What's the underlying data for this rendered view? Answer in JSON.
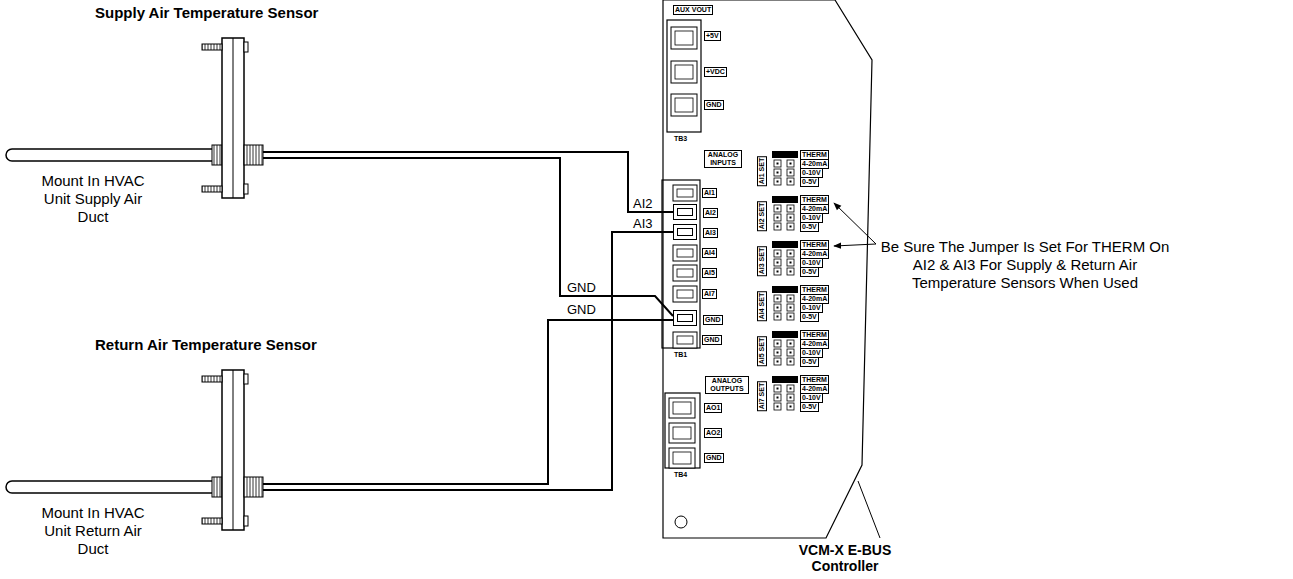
{
  "diagram": {
    "nodes": [
      {
        "text": [
          "Supply Air Temperature Sensor",
          "Mount In HVAC Unit Supply Air Duct"
        ]
      },
      {
        "text": [
          "Return Air Temperature Sensor",
          "Mount In HVAC Unit Return Air Duct"
        ]
      },
      {
        "text": [
          "VCM-X E-BUS Controller"
        ]
      },
      {
        "text": [
          "AI2"
        ],
        "in": 2
      },
      {
        "text": [
          "AI3"
        ],
        "in": 2
      },
      {
        "text": [
          "GND"
        ],
        "in": 2
      }
    ],
    "edges": [
      {
        "from": 0,
        "to": 3,
        "arrow": "none",
        "label": "AI2"
      },
      {
        "from": 1,
        "to": 4,
        "arrow": "none",
        "label": "AI3"
      },
      {
        "from": 0,
        "to": 5,
        "arrow": "none",
        "label": "GND"
      },
      {
        "from": 1,
        "to": 5,
        "arrow": "none",
        "label": "GND"
      }
    ],
    "labels": [
      "AUX VOUT",
      "+5V",
      "+VDC",
      "GND",
      "TB3",
      "ANALOG INPUTS",
      "AI1",
      "AI4",
      "AI5",
      "AI7",
      "GND",
      "TB1",
      "AI1 SET",
      "THERM",
      "4-20mA",
      "0-10V",
      "0-5V",
      "AI2 SET",
      "THERM",
      "4-20mA",
      "0-10V",
      "0-5V",
      "AI3 SET",
      "THERM",
      "4-20mA",
      "0-10V",
      "0-5V",
      "AI4 SET",
      "THERM",
      "4-20mA",
      "0-10V",
      "0-5V",
      "AI5 SET",
      "THERM",
      "4-20mA",
      "0-10V",
      "0-5V",
      "AI7 SET",
      "THERM",
      "4-20mA",
      "0-10V",
      "0-5V",
      "ANALOG OUTPUTS",
      "AO1",
      "AO2",
      "GND",
      "TB4",
      "Be Sure The Jumper Is Set For THERM On AI2 & AI3 For Supply & Return Air Temperature Sensors When Used"
    ]
  }
}
